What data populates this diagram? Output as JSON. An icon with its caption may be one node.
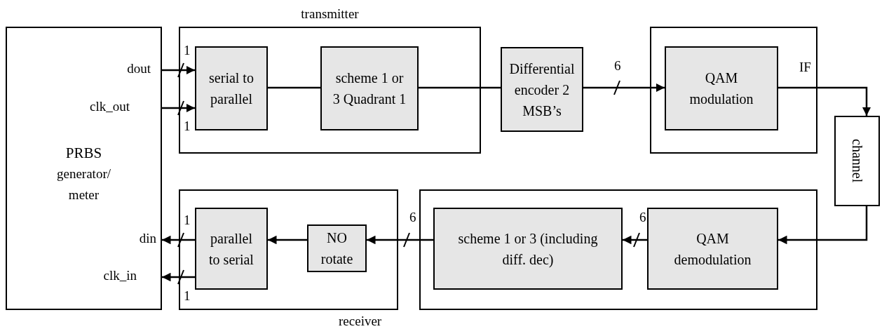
{
  "diagram": {
    "nodes": [
      {
        "text": [
          "PRBS",
          "generator/ meter"
        ]
      },
      {
        "text": [
          "transmitter"
        ]
      },
      {
        "text": [
          "serial to parallel"
        ],
        "in": 1
      },
      {
        "text": [
          "scheme 1 or 3 Quadrant 1"
        ],
        "in": 1
      },
      {
        "text": [
          "Differential encoder 2 MSB’s"
        ]
      },
      {
        "text": [],
        "shape": "box"
      },
      {
        "text": [
          "QAM modulation"
        ],
        "in": 5
      },
      {
        "text": [
          "channel"
        ]
      },
      {
        "text": [],
        "shape": "box"
      },
      {
        "text": [
          "parallel to serial"
        ],
        "in": 8
      },
      {
        "text": [
          "NO rotate"
        ],
        "in": 8
      },
      {
        "text": [],
        "shape": "box"
      },
      {
        "text": [
          "scheme 1 or 3 (including diff. dec)"
        ],
        "in": 11
      },
      {
        "text": [
          "QAM demodulation"
        ],
        "in": 11
      }
    ],
    "edges": [
      {
        "from": 0,
        "to": 2,
        "arrow": "to",
        "label": "1"
      },
      {
        "from": 0,
        "to": 2,
        "arrow": "to",
        "label": "1"
      },
      {
        "from": 2,
        "to": 3,
        "arrow": "none"
      },
      {
        "from": 3,
        "to": 4,
        "arrow": "none"
      },
      {
        "from": 4,
        "to": 6,
        "arrow": "to",
        "label": "6"
      },
      {
        "from": 6,
        "to": 7,
        "arrow": "to",
        "label": "IF"
      },
      {
        "from": 7,
        "to": 13,
        "arrow": "to"
      },
      {
        "from": 13,
        "to": 12,
        "arrow": "to",
        "label": "6"
      },
      {
        "from": 12,
        "to": 10,
        "arrow": "to",
        "label": "6"
      },
      {
        "from": 10,
        "to": 9,
        "arrow": "to"
      },
      {
        "from": 9,
        "to": 0,
        "arrow": "to",
        "label": "1"
      },
      {
        "from": 9,
        "to": 0,
        "arrow": "to",
        "label": "1"
      }
    ],
    "labels": [
      "dout",
      "clk_out",
      "din",
      "clk_in",
      "receiver"
    ]
  }
}
